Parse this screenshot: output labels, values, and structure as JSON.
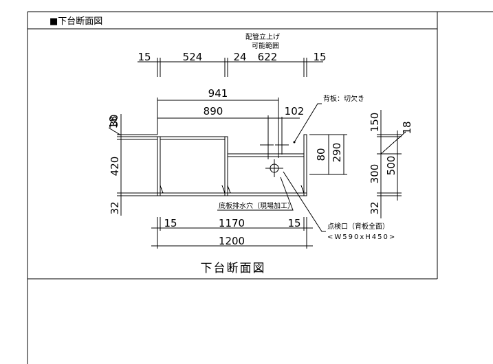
{
  "sheet": {
    "section_header": "■下台断面図",
    "caption": "下台断面図"
  },
  "notes": {
    "piping_line1": "配管立上げ",
    "piping_line2": "可能範囲",
    "top_plate": "背板：切欠き",
    "drain_hole": "底板排水穴（現場加工）",
    "inspection_line1": "点検口（背板全面）",
    "inspection_line2": "<W590xH450>"
  },
  "dimensions": {
    "top_row": [
      "15",
      "524",
      "24",
      "622",
      "15"
    ],
    "overall_depth": "941",
    "inner_depth": "890",
    "offset_right": "102",
    "left_stack": [
      "18",
      "30",
      "420",
      "32"
    ],
    "right_inner": [
      "80",
      "290"
    ],
    "right_stack": [
      "150",
      "18",
      "300",
      "500",
      "32"
    ],
    "bottom_row": [
      "15",
      "1170",
      "15"
    ],
    "overall_width": "1200"
  }
}
